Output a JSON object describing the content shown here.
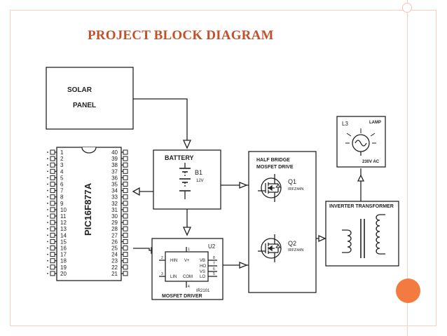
{
  "slide": {
    "title": "PROJECT BLOCK DIAGRAM",
    "accent_color": "#c0512b",
    "dot_color": "#f47b3f"
  },
  "diagram": {
    "solar_panel": {
      "line1": "SOLAR",
      "line2": "PANEL"
    },
    "battery": {
      "title": "BATTERY",
      "ref": "B1",
      "value": "12V"
    },
    "microcontroller": {
      "part": "PIC16F877A",
      "left_pins": [
        "1",
        "2",
        "3",
        "4",
        "5",
        "6",
        "7",
        "8",
        "9",
        "10",
        "11",
        "12",
        "13",
        "14",
        "15",
        "16",
        "17",
        "18",
        "19",
        "20"
      ],
      "right_pins": [
        "40",
        "39",
        "38",
        "37",
        "36",
        "35",
        "34",
        "33",
        "32",
        "31",
        "30",
        "29",
        "28",
        "27",
        "26",
        "25",
        "24",
        "23",
        "22",
        "21"
      ]
    },
    "half_bridge": {
      "title_line1": "HALF BRIDGE",
      "title_line2": "MOSFET DRIVE",
      "q1_ref": "Q1",
      "q1_part": "IRFZ44N",
      "q2_ref": "Q2",
      "q2_part": "IRFZ44N"
    },
    "mosfet_driver": {
      "ref": "U2",
      "label": "MOSFET DRIVER",
      "part": "IR2101",
      "pins": {
        "hin": "HIN",
        "lin": "LIN",
        "vplus": "V+",
        "com": "COM",
        "vb": "VB",
        "ho": "HO",
        "vs": "VS",
        "lo": "LO"
      },
      "pin_numbers": {
        "p1": "1",
        "p2": "2",
        "p3": "3",
        "p4": "4",
        "p5": "5",
        "p6": "6",
        "p7": "7",
        "p8": "8"
      }
    },
    "transformer": {
      "label": "INVERTER TRANSFORMER"
    },
    "lamp": {
      "ref": "L3",
      "label": "LAMP",
      "rating": "230V AC"
    }
  }
}
